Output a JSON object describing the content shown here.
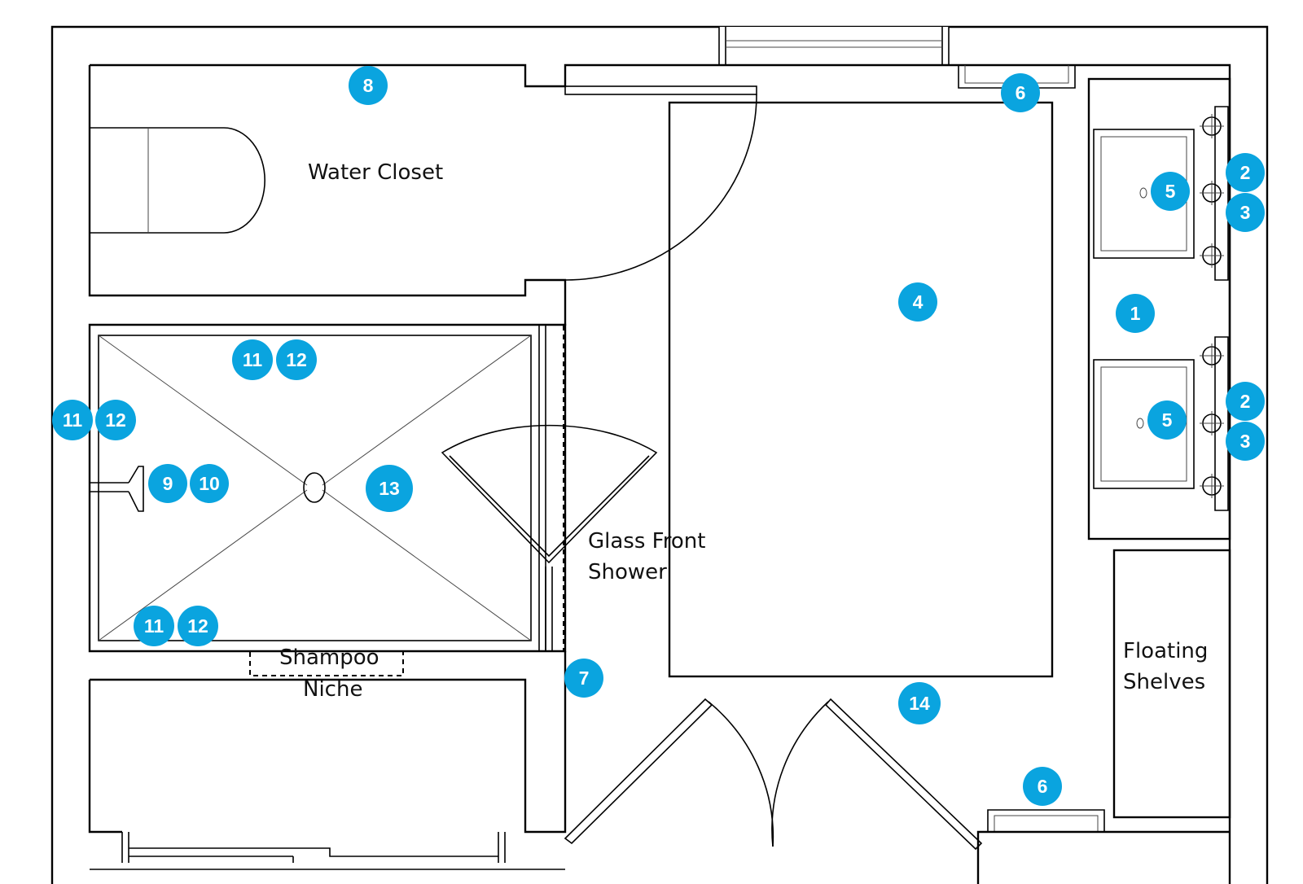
{
  "labels": {
    "water_closet": "Water Closet",
    "glass_front_line1": "Glass Front",
    "glass_front_line2": "Shower",
    "shampoo_line1": "Shampoo",
    "shampoo_line2": "Niche",
    "floating_line1": "Floating",
    "floating_line2": "Shelves"
  },
  "markers": {
    "m1": "1",
    "m2a": "2",
    "m2b": "2",
    "m3a": "3",
    "m3b": "3",
    "m4": "4",
    "m5a": "5",
    "m5b": "5",
    "m6a": "6",
    "m6b": "6",
    "m7": "7",
    "m8": "8",
    "m9": "9",
    "m10": "10",
    "m11a": "11",
    "m11b": "11",
    "m11c": "11",
    "m12a": "12",
    "m12b": "12",
    "m12c": "12",
    "m13": "13",
    "m14": "14"
  },
  "colors": {
    "marker": "#0aa4df",
    "line": "#000000"
  }
}
